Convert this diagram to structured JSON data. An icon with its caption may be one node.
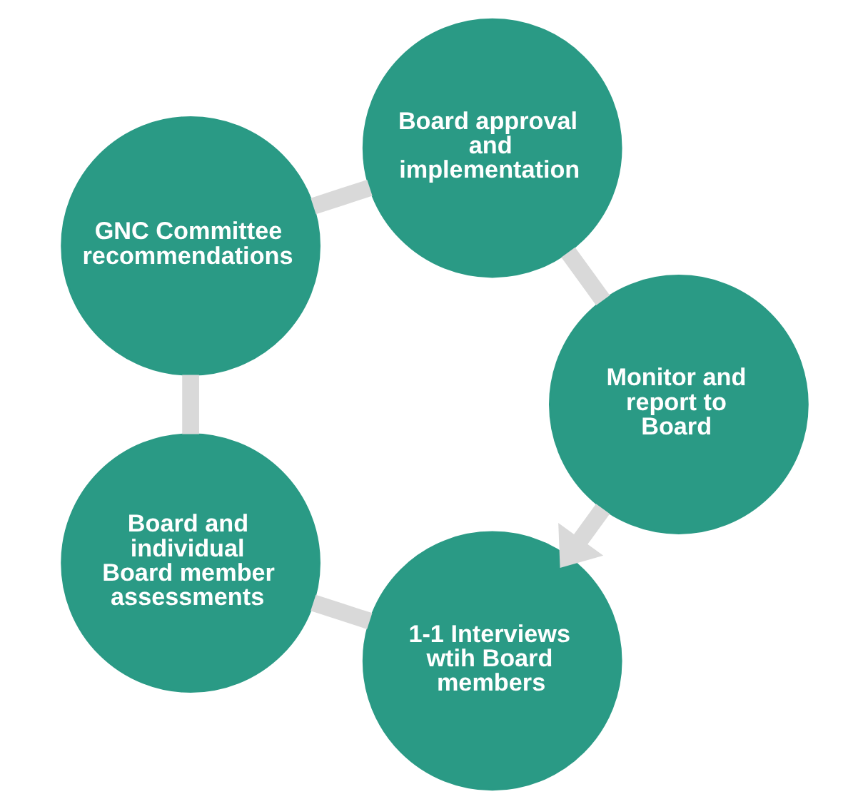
{
  "diagram": {
    "nodes": [
      {
        "text": [
          "1-1 Interviews wtih Board members"
        ]
      },
      {
        "text": [
          "Board and individual Board member assessments"
        ]
      },
      {
        "text": [
          "GNC Committee recommendations"
        ]
      },
      {
        "text": [
          "Board approval and implementation"
        ]
      },
      {
        "text": [
          "Monitor and report to Board"
        ]
      }
    ],
    "edges": [
      {
        "from": 0,
        "to": 1,
        "arrow": "none"
      },
      {
        "from": 1,
        "to": 2,
        "arrow": "none"
      },
      {
        "from": 2,
        "to": 3,
        "arrow": "none"
      },
      {
        "from": 3,
        "to": 4,
        "arrow": "none"
      },
      {
        "from": 4,
        "to": 0,
        "arrow": "to"
      }
    ]
  }
}
